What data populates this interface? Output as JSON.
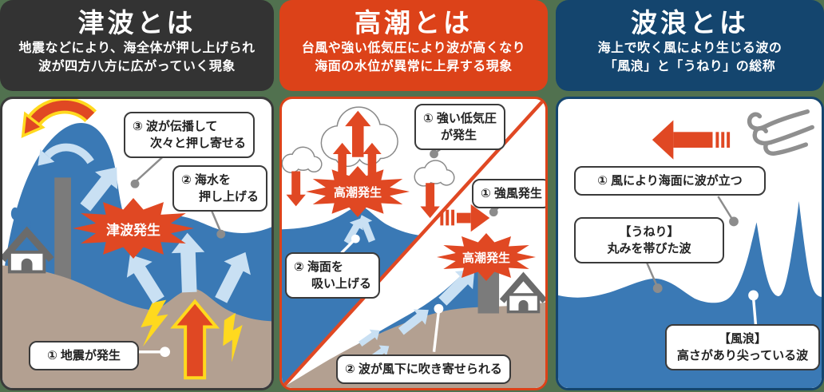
{
  "colors": {
    "background": "#51714F",
    "tsunami_header": "#333333",
    "takashio_header": "#DC4219",
    "harou_header": "#14456E",
    "accent_red": "#E04823",
    "water_blue": "#3A79B5",
    "light_blue_arrow": "#C9E0F3",
    "ground_tan": "#B3A091",
    "highlight_yellow": "#FFD91E"
  },
  "panels": [
    {
      "id": "tsunami",
      "header": {
        "title": "津波とは",
        "desc1": "地震などにより、海全体が押し上げられ",
        "desc2": "波が四方八方に広がっていく現象"
      },
      "burst": "津波発生",
      "callouts": {
        "step3_l1": "③ 波が伝播して",
        "step3_l2": "次々と押し寄せる",
        "step2_l1": "② 海水を",
        "step2_l2": "押し上げる",
        "step1": "① 地震が発生"
      }
    },
    {
      "id": "takashio",
      "header": {
        "title": "高潮とは",
        "desc1": "台風や強い低気圧により波が高くなり",
        "desc2": "海面の水位が異常に上昇する現象"
      },
      "burst_low_pressure": "高潮発生",
      "burst_wind": "高潮発生",
      "callouts": {
        "low_l1": "① 強い低気圧",
        "low_l2": "が発生",
        "suck_l1": "② 海面を",
        "suck_l2": "吸い上げる",
        "strong_wind": "① 強風発生",
        "blown": "② 波が風下に吹き寄せられる"
      }
    },
    {
      "id": "harou",
      "header": {
        "title": "波浪とは",
        "desc1": "海上で吹く風により生じる波の",
        "desc2": "「風浪」と「うねり」の総称"
      },
      "callouts": {
        "wind_ripple": "① 風により海面に波が立つ",
        "uneri_l1": "【うねり】",
        "uneri_l2": "丸みを帯びた波",
        "furou_l1": "【風浪】",
        "furou_l2": "高さがあり尖っている波"
      }
    }
  ]
}
